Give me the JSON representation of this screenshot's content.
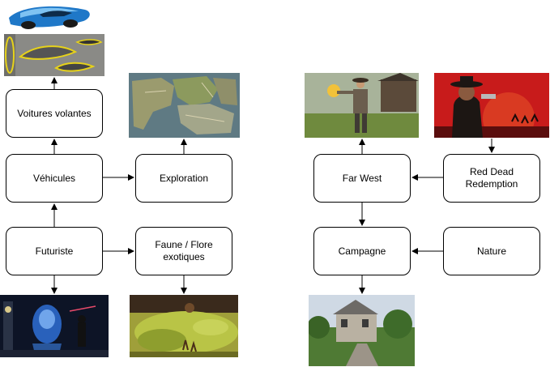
{
  "nodes": {
    "voitures_volantes": "Voitures volantes",
    "vehicules": "Véhicules",
    "futuriste": "Futuriste",
    "exploration": "Exploration",
    "faune_flore": "Faune / Flore\nexotiques",
    "far_west": "Far West",
    "red_dead": "Red Dead\nRedemption",
    "campagne": "Campagne",
    "nature": "Nature"
  },
  "images": {
    "flying_car": "flying-car-concept-image",
    "car_sketches": "car-design-sketches-image",
    "map": "open-world-map-image",
    "cowboy": "gunslinger-cowboy-image",
    "red_dead_cover": "red-dead-redemption-cover-image",
    "futuristic_scene": "futuristic-hologram-scene-image",
    "exotic_planet": "exotic-fauna-flora-image",
    "country_house": "countryside-cottage-image"
  },
  "colors": {
    "stroke": "#000000",
    "node_fill": "#ffffff"
  }
}
